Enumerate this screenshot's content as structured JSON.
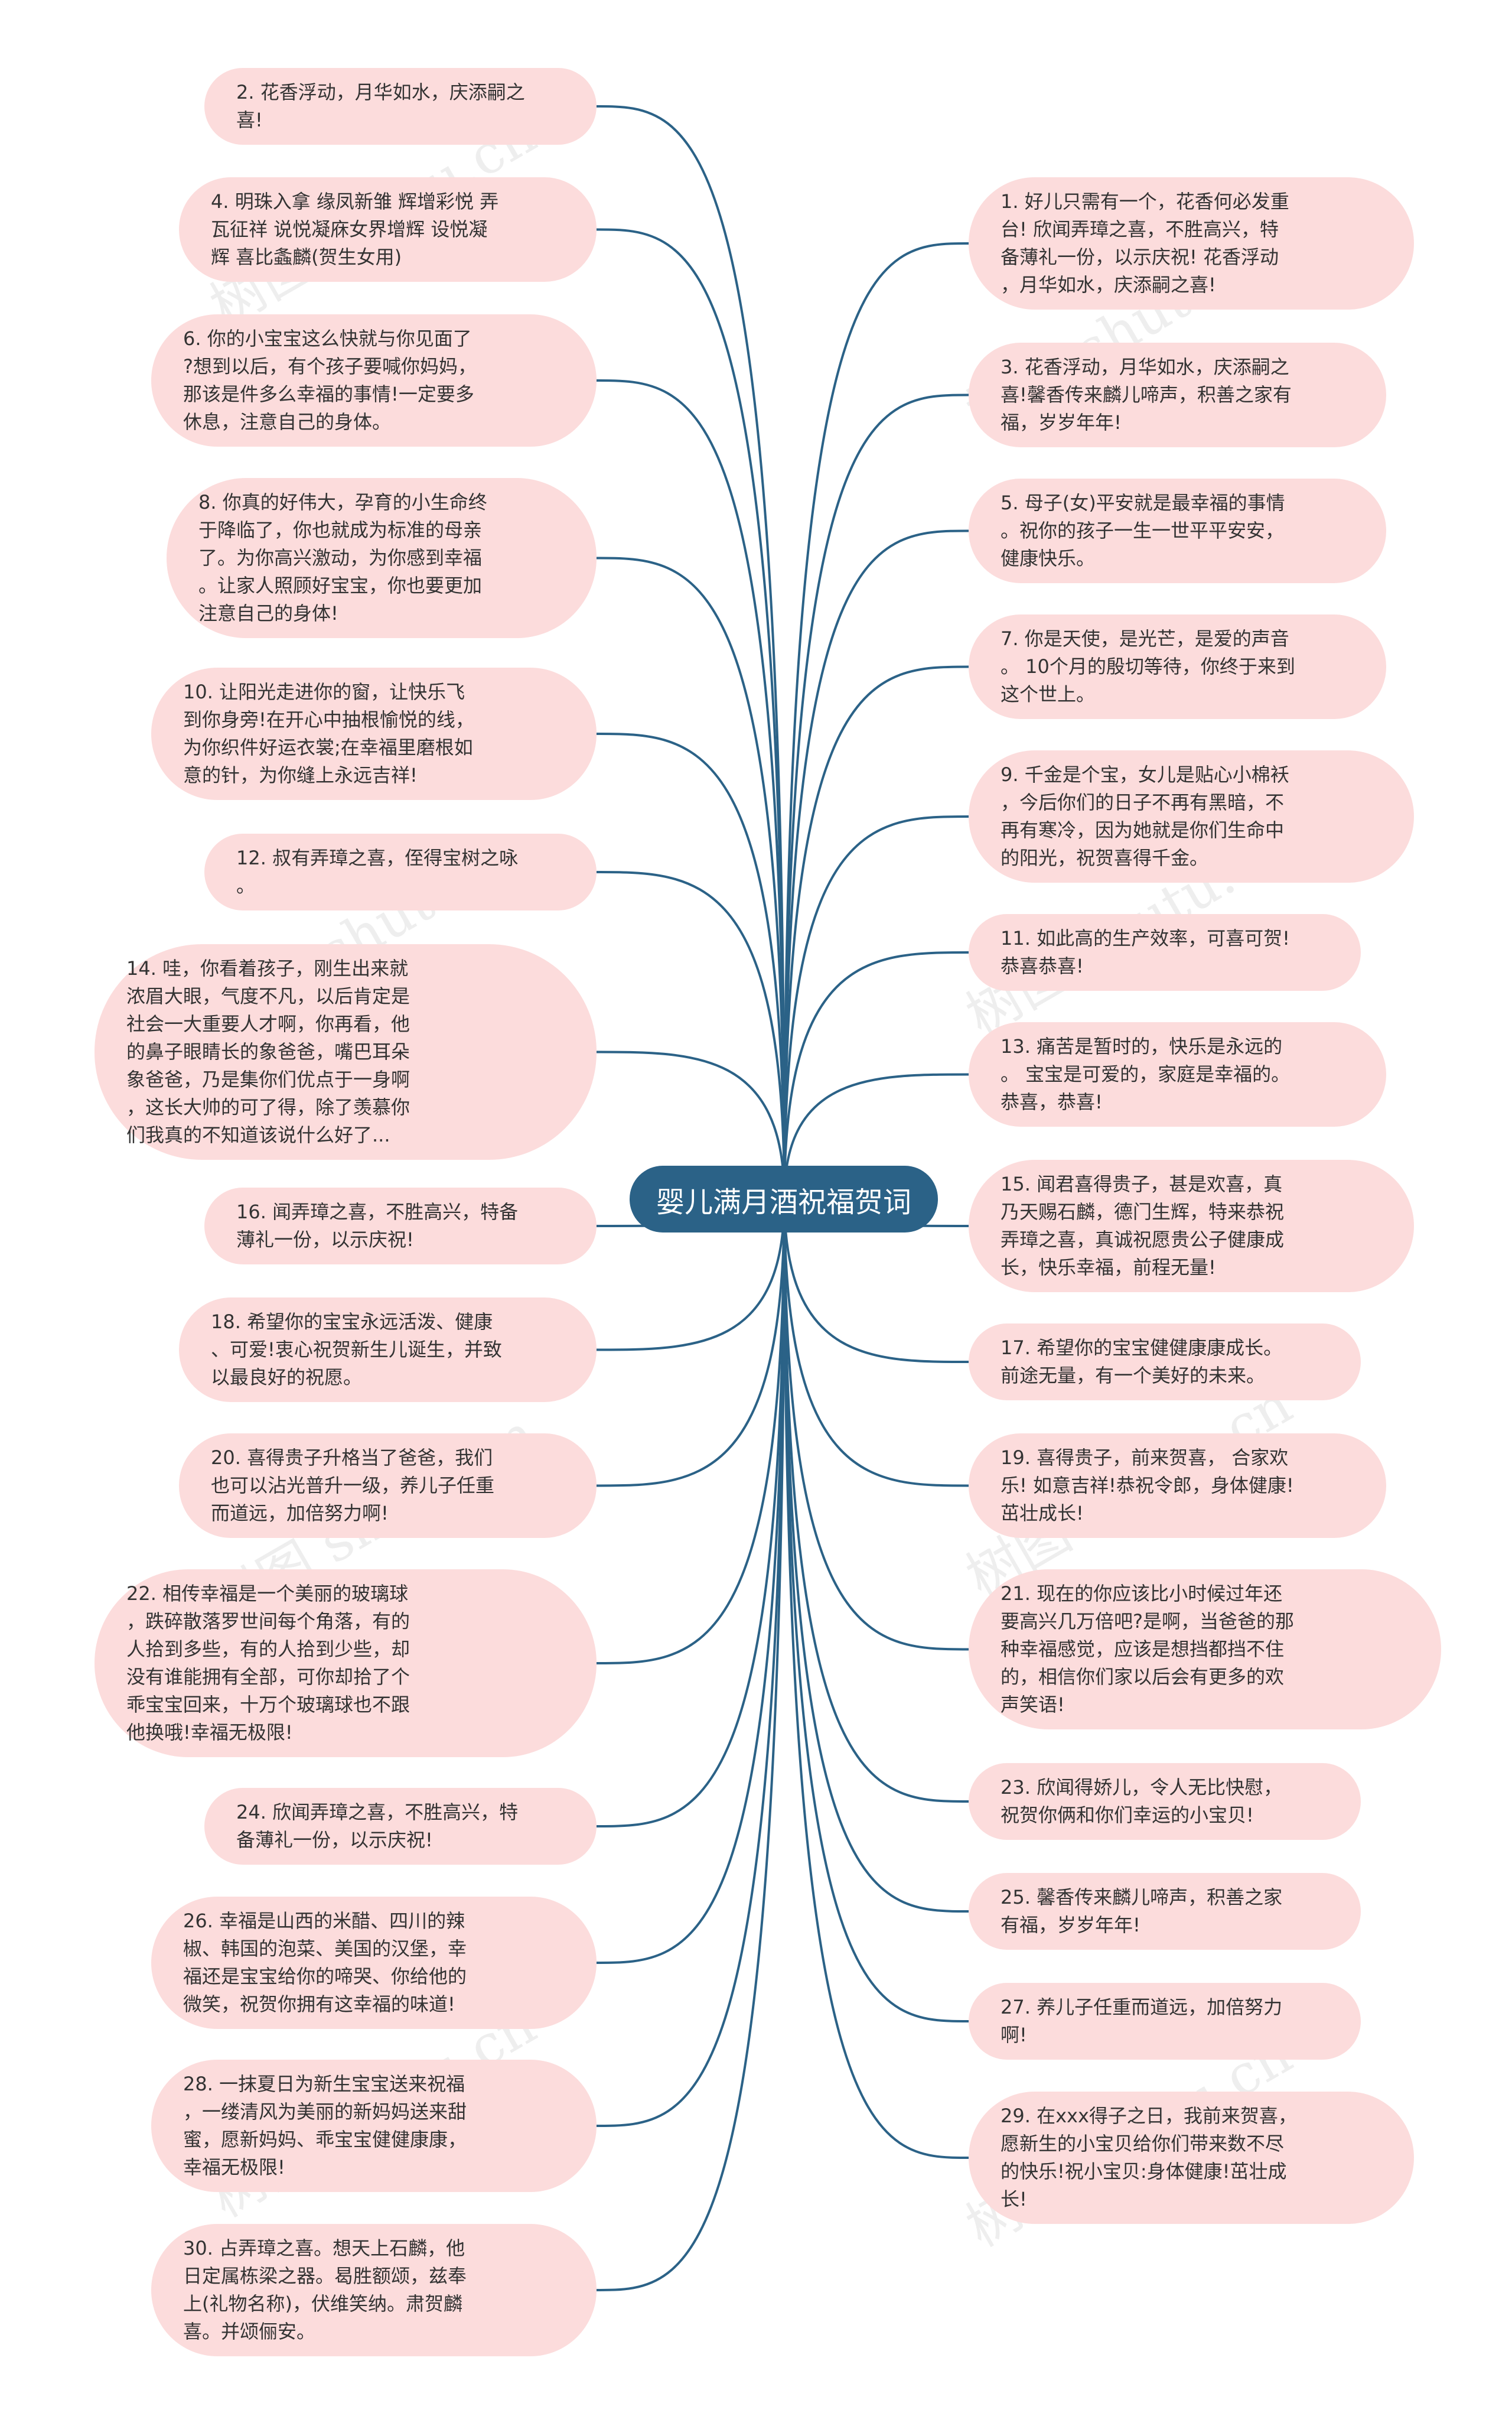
{
  "title": "婴儿满月酒祝福贺词",
  "watermark": "树图 shutu.cn",
  "colors": {
    "node_fill": "#fcdcdc",
    "center_fill": "#2b6287",
    "edge": "#2b6287",
    "text": "#333333"
  },
  "left_nodes": [
    {
      "text": "2. 花香浮动，月华如水，庆添嗣之\n喜!"
    },
    {
      "text": "4. 明珠入拿 缘凤新雏 辉增彩悦 弄\n瓦征祥 说悦凝庥女界增辉 设悦凝\n辉 喜比螽麟(贺生女用)"
    },
    {
      "text": "6. 你的小宝宝这么快就与你见面了\n?想到以后，有个孩子要喊你妈妈，\n那该是件多么幸福的事情!一定要多\n休息，注意自己的身体。"
    },
    {
      "text": "8. 你真的好伟大，孕育的小生命终\n于降临了，你也就成为标准的母亲\n了。为你高兴激动，为你感到幸福\n。让家人照顾好宝宝，你也要更加\n注意自己的身体!"
    },
    {
      "text": "10. 让阳光走进你的窗，让快乐飞\n到你身旁!在开心中抽根愉悦的线，\n为你织件好运衣裳;在幸福里磨根如\n意的针，为你缝上永远吉祥!"
    },
    {
      "text": "12. 叔有弄璋之喜，侄得宝树之咏\n。"
    },
    {
      "text": "14. 哇，你看着孩子，刚生出来就\n浓眉大眼，气度不凡，以后肯定是\n社会一大重要人才啊，你再看，他\n的鼻子眼睛长的象爸爸，嘴巴耳朵\n象爸爸，乃是集你们优点于一身啊\n，这长大帅的可了得，除了羡慕你\n们我真的不知道该说什么好了..."
    },
    {
      "text": "16. 闻弄璋之喜，不胜高兴，特备\n薄礼一份，以示庆祝!"
    },
    {
      "text": "18. 希望你的宝宝永远活泼、健康\n、可爱!衷心祝贺新生儿诞生，并致\n以最良好的祝愿。"
    },
    {
      "text": "20. 喜得贵子升格当了爸爸，我们\n也可以沾光普升一级，养儿子任重\n而道远，加倍努力啊!"
    },
    {
      "text": "22. 相传幸福是一个美丽的玻璃球\n，跌碎散落罗世间每个角落，有的\n人拾到多些，有的人拾到少些，却\n没有谁能拥有全部，可你却拾了个\n乖宝宝回来，十万个玻璃球也不跟\n他换哦!幸福无极限!"
    },
    {
      "text": "24. 欣闻弄璋之喜，不胜高兴，特\n备薄礼一份，以示庆祝!"
    },
    {
      "text": "26. 幸福是山西的米醋、四川的辣\n椒、韩国的泡菜、美国的汉堡，幸\n福还是宝宝给你的啼哭、你给他的\n微笑，祝贺你拥有这幸福的味道!"
    },
    {
      "text": "28. 一抹夏日为新生宝宝送来祝福\n，一缕清风为美丽的新妈妈送来甜\n蜜，愿新妈妈、乖宝宝健健康康，\n幸福无极限!"
    },
    {
      "text": "30. 占弄璋之喜。想天上石麟，他\n日定属栋梁之器。曷胜额颂，兹奉\n上(礼物名称)，伏维笑纳。肃贺麟\n喜。并颂俪安。"
    }
  ],
  "right_nodes": [
    {
      "text": "1. 好儿只需有一个，花香何必发重\n台! 欣闻弄璋之喜，不胜高兴，特\n备薄礼一份，以示庆祝! 花香浮动\n，月华如水，庆添嗣之喜!"
    },
    {
      "text": "3. 花香浮动，月华如水，庆添嗣之\n喜!馨香传来麟儿啼声，积善之家有\n福，岁岁年年!"
    },
    {
      "text": "5. 母子(女)平安就是最幸福的事情\n。祝你的孩子一生一世平平安安，\n健康快乐。"
    },
    {
      "text": "7. 你是天使，是光芒，是爱的声音\n。 10个月的殷切等待，你终于来到\n这个世上。"
    },
    {
      "text": "9. 千金是个宝，女儿是贴心小棉袄\n，今后你们的日子不再有黑暗，不\n再有寒冷，因为她就是你们生命中\n的阳光，祝贺喜得千金。"
    },
    {
      "text": "11. 如此高的生产效率，可喜可贺!\n恭喜恭喜!"
    },
    {
      "text": "13. 痛苦是暂时的，快乐是永远的\n。 宝宝是可爱的，家庭是幸福的。\n恭喜，恭喜!"
    },
    {
      "text": "15. 闻君喜得贵子，甚是欢喜，真\n乃天赐石麟，德门生辉，特来恭祝\n弄璋之喜，真诚祝愿贵公子健康成\n长，快乐幸福，前程无量!"
    },
    {
      "text": "17. 希望你的宝宝健健康康成长。\n前途无量，有一个美好的未来。"
    },
    {
      "text": "19. 喜得贵子，前来贺喜， 合家欢\n乐! 如意吉祥!恭祝令郎，身体健康!\n茁壮成长!"
    },
    {
      "text": "21. 现在的你应该比小时候过年还\n要高兴几万倍吧?是啊，当爸爸的那\n种幸福感觉，应该是想挡都挡不住\n的，相信你们家以后会有更多的欢\n声笑语!"
    },
    {
      "text": "23. 欣闻得娇儿，令人无比快慰，\n祝贺你俩和你们幸运的小宝贝!"
    },
    {
      "text": "25. 馨香传来麟儿啼声，积善之家\n有福，岁岁年年!"
    },
    {
      "text": "27. 养儿子任重而道远，加倍努力\n啊!"
    },
    {
      "text": "29. 在xxx得子之日，我前来贺喜，\n愿新生的小宝贝给你们带来数不尽\n的快乐!祝小宝贝:身体健康!茁壮成\n长!"
    }
  ]
}
